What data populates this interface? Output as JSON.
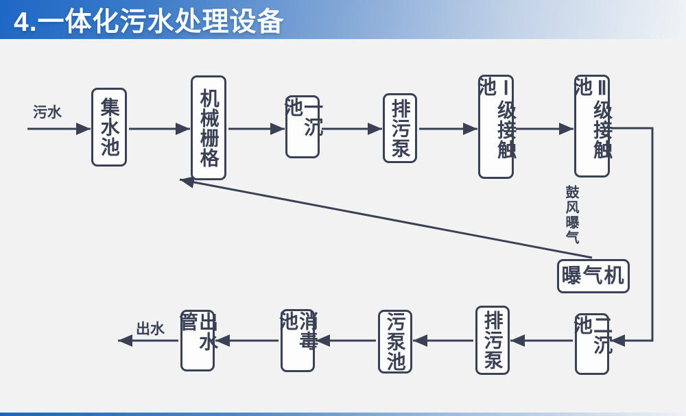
{
  "header": {
    "title": "4.一体化污水处理设备"
  },
  "flow": {
    "inlet_label": "污水",
    "outlet_label": "出水",
    "aeration_label": "鼓风曝气",
    "top_row": [
      {
        "id": "collecting-tank",
        "label": "集水池"
      },
      {
        "id": "mechanical-screen",
        "label": "机械栅格"
      },
      {
        "id": "primary-sedimentation-tank",
        "label": "一沉池"
      },
      {
        "id": "sewage-pump",
        "label": "排污泵"
      },
      {
        "id": "contact-tank-level-1",
        "label": "Ⅰ级接触池"
      },
      {
        "id": "contact-tank-level-2",
        "label": "Ⅱ级接触池"
      }
    ],
    "bottom_row": [
      {
        "id": "secondary-sedimentation-tank",
        "label": "二沉池"
      },
      {
        "id": "sewage-pump-2",
        "label": "排污泵"
      },
      {
        "id": "sludge-pump-tank",
        "label": "污泵池"
      },
      {
        "id": "disinfection-tank",
        "label": "消毒池"
      },
      {
        "id": "outlet-pipe",
        "label": "出水管"
      }
    ],
    "aerator": {
      "label": "曝气机"
    }
  },
  "colors": {
    "accent": "#3a4154",
    "banner_blue": "#1d67c5",
    "background": "#f2f2f3",
    "box_fill": "#fdfdfe",
    "title_text": "#ffffff"
  }
}
